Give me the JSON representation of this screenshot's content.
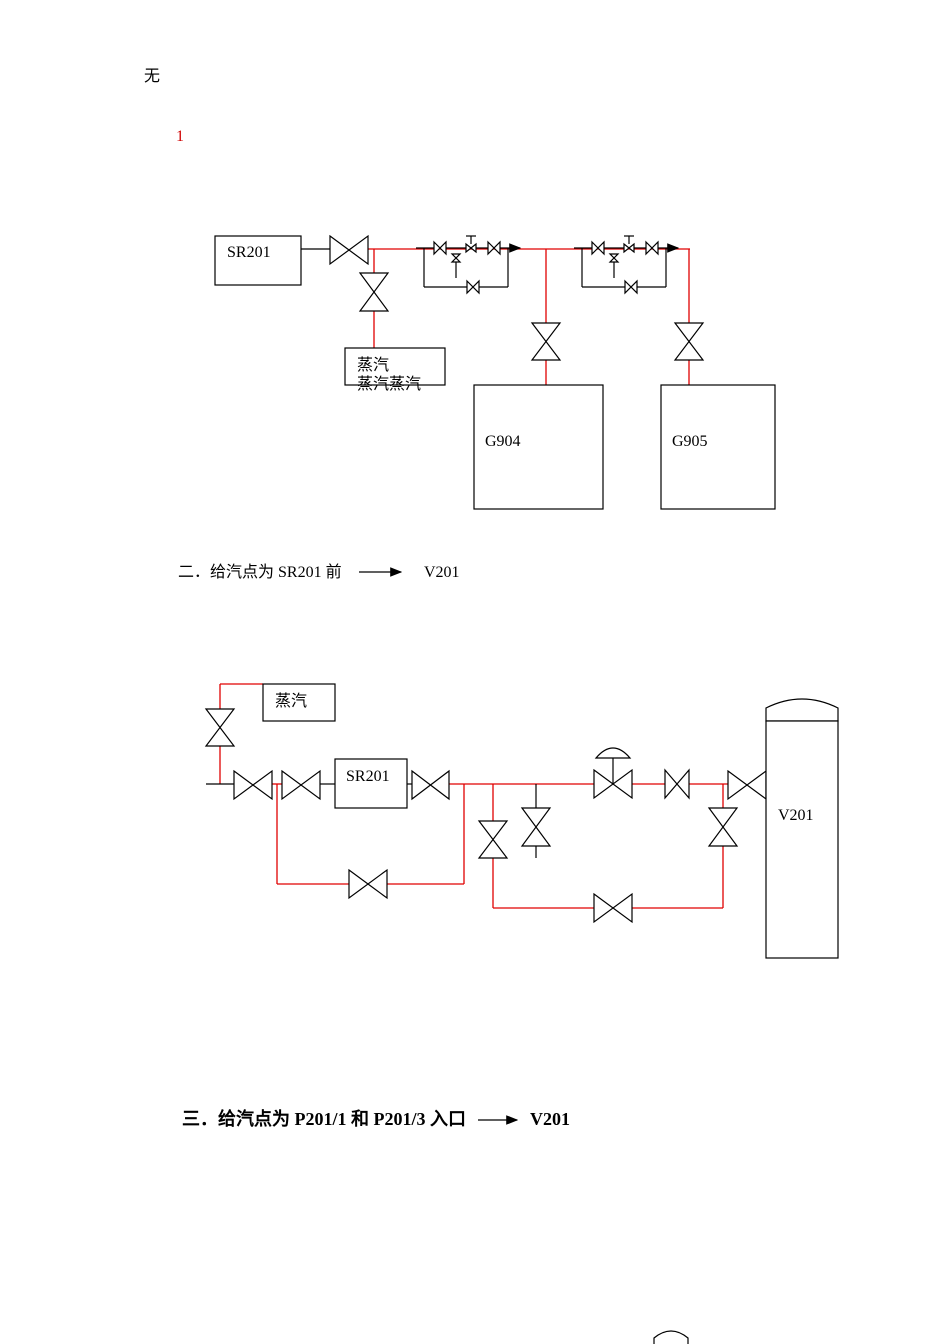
{
  "heading_none": "无",
  "marker_1": "1",
  "section2": {
    "title": "二．给汽点为 SR201 前",
    "target": "V201"
  },
  "section3": {
    "title": "三．给汽点为 P201/1 和 P201/3 入口",
    "target": "V201"
  },
  "diagram1": {
    "sr201": "SR201",
    "steam_line1": "蒸汽",
    "steam_line2": "蒸汽蒸汽",
    "g904": "G904",
    "g905": "G905"
  },
  "diagram2": {
    "steam": "蒸汽",
    "sr201": "SR201",
    "v201": "V201"
  },
  "colors": {
    "pipe": "#e00000",
    "outline": "#000000",
    "marker": "#d00000"
  }
}
